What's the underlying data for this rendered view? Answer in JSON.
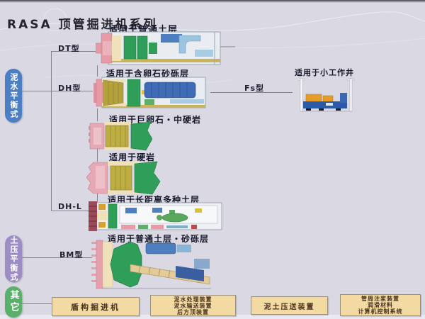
{
  "title": "RASA 顶管掘进机系列",
  "categories": [
    {
      "label": "泥水平衡式",
      "color": "#4b7ec2"
    },
    {
      "label": "土压平衡式",
      "color": "#9e8dc4"
    },
    {
      "label": "其它",
      "color": "#58b069"
    }
  ],
  "models": [
    {
      "label": "DT型"
    },
    {
      "label": "DH型"
    },
    {
      "label": "DH-L"
    },
    {
      "label": "BM型"
    },
    {
      "label": "Fs型"
    }
  ],
  "applications": [
    "适用于普通土层",
    "适用于含卵石砂砾层",
    "适用于巨卵石・中硬岩",
    "适用于硬岩",
    "适用于长距离多种土层",
    "适用于普通土层・砂砾层",
    "适用于小工作井"
  ],
  "equipment": [
    {
      "lines": [
        "盾构掘进机"
      ]
    },
    {
      "lines": [
        "泥水处理装置",
        "泥水输送装置",
        "后方顶装置"
      ]
    },
    {
      "lines": [
        "泥土压送装置"
      ]
    },
    {
      "lines": [
        "管周注浆装置",
        "润滑材料",
        "计算机控制系统"
      ]
    }
  ],
  "palette": {
    "background": "#d9d8e3",
    "equipment_box_fill": "#f3d9a2",
    "connector_line": "#84848e",
    "cutter_head_pink": "#e89aa6",
    "machine_green": "#2f9e58",
    "machine_blue": "#3f6cb4",
    "machine_olive": "#b3a13c"
  }
}
